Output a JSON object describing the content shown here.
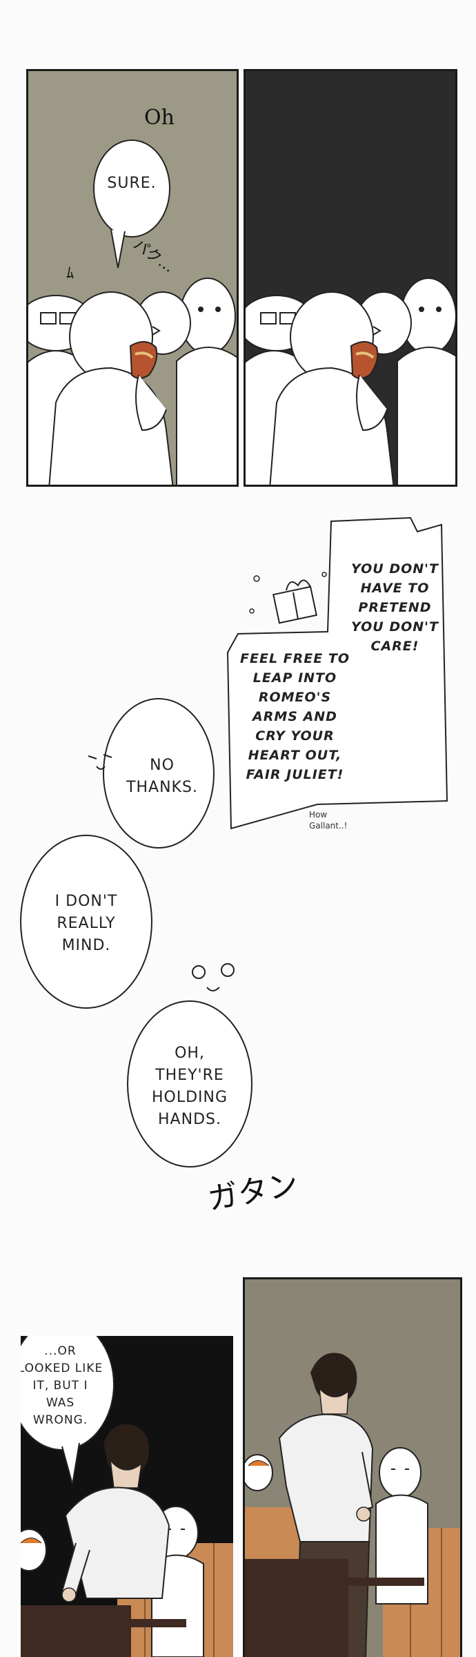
{
  "panel1": {
    "sfx_oh": "Oh",
    "bubble": "SURE.",
    "sfx_bite": "パク…",
    "sfx_small": "ﾑ"
  },
  "panel2": {},
  "narration": {
    "offer_line1": "YOU DON'T HAVE TO PRETEND YOU DON'T CARE!",
    "offer_line2": "FEEL FREE TO LEAP INTO ROMEO'S ARMS AND CRY YOUR HEART OUT, FAIR JULIET!",
    "aside": "How Gallant..!",
    "reply1": "NO THANKS.",
    "reply2": "I DON'T REALLY MIND.",
    "observation": "OH, THEY'RE HOLDING HANDS.",
    "sfx_stand": "ガタン"
  },
  "panel3": {
    "bubble": "...OR LOOKED LIKE IT, BUT I WAS WRONG."
  },
  "panel4": {},
  "colors": {
    "panel1_bg": "#9c9a86",
    "panel2_bg": "#2b2b2b",
    "panel3_bg": "#111111",
    "panel4_bg": "#8a8575",
    "booth": "#c98a55",
    "table": "#3e2a22"
  }
}
